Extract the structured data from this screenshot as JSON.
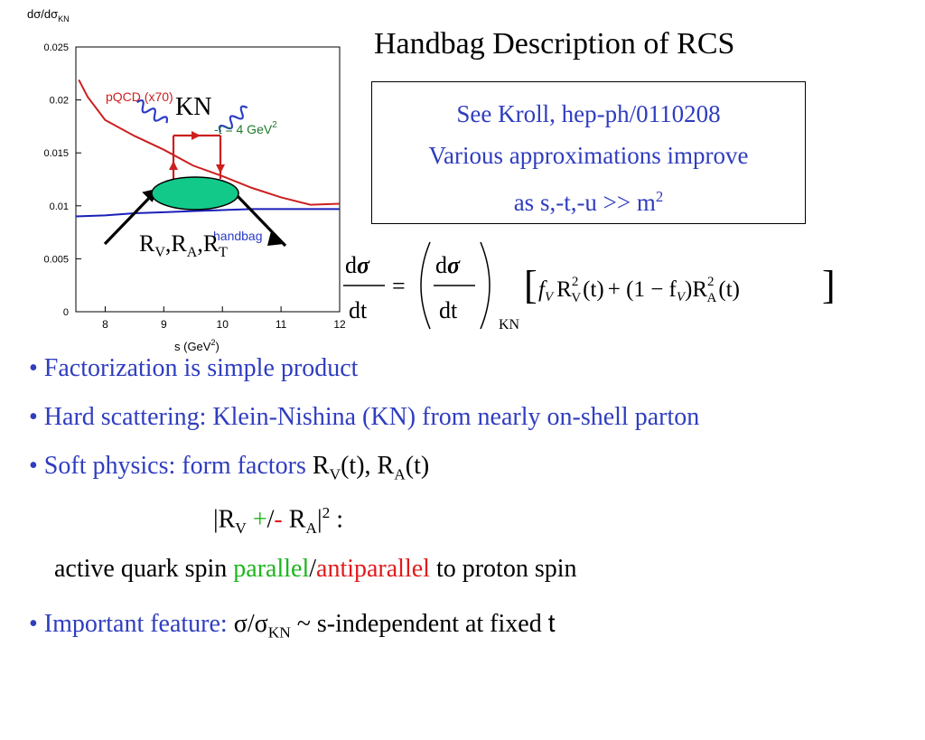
{
  "slide": {
    "title": "Handbag Description of RCS",
    "reference": {
      "line1": "See Kroll, hep-ph/0110208",
      "line2": "Various approximations improve",
      "line3": "as s,-t,-u >> m",
      "line3_sup": "2"
    }
  },
  "chart_data": {
    "type": "line",
    "ylabel": "dσ/dσ",
    "ylabel_sub": "KN",
    "xlabel": "s (GeV",
    "xlabel_sup": "2",
    "xlabel_end": ")",
    "xlim": [
      7.5,
      12
    ],
    "ylim": [
      0,
      0.025
    ],
    "x_ticks": [
      "8",
      "9",
      "10",
      "11",
      "12"
    ],
    "y_ticks": [
      "0",
      "0.005",
      "0.01",
      "0.015",
      "0.02",
      "0.025"
    ],
    "series": [
      {
        "name": "pQCD (x70)",
        "color": "#cc1f1f",
        "x": [
          7.55,
          7.7,
          8.0,
          8.5,
          9.0,
          9.5,
          10.0,
          10.5,
          11.0,
          11.5,
          12.0
        ],
        "y": [
          0.0219,
          0.0203,
          0.0181,
          0.0166,
          0.0153,
          0.0138,
          0.0128,
          0.0117,
          0.0108,
          0.0101,
          0.0102
        ]
      },
      {
        "name": "handbag",
        "color": "#1a1fb8",
        "x": [
          7.5,
          8.0,
          8.5,
          9.0,
          9.5,
          10.0,
          10.5,
          11.0,
          11.5,
          12.0
        ],
        "y": [
          0.009,
          0.0091,
          0.0093,
          0.0094,
          0.0095,
          0.0096,
          0.0097,
          0.0097,
          0.0097,
          0.0097
        ]
      }
    ],
    "annotations": {
      "pqcd_label": "pQCD (x70)",
      "t_label": "-t = 4 GeV",
      "t_label_sup": "2",
      "handbag_label": "handbag"
    }
  },
  "diagram": {
    "kn_label": "KN",
    "form_factors_label": "R",
    "ff_v": "V",
    "ff_sep1": ",R",
    "ff_a": "A",
    "ff_sep2": ",R",
    "ff_t": "T",
    "blob_color": "#12c98a"
  },
  "formula": {
    "d": "d",
    "sigma": "σ",
    "dt": "dt",
    "equals": "=",
    "kn_sub": "KN",
    "bracket_body_1": "f",
    "fv_sub": "V",
    "r": "R",
    "two": "2",
    "v": "V",
    "of_t": "(t)",
    "plus_part": "+ (1 − f",
    "close_paren": ")R",
    "a": "A"
  },
  "bullets": {
    "b1": "• Factorization is simple product",
    "b2": "• Hard scattering:   Klein-Nishina (KN) from nearly on-shell parton",
    "b3_blue": "• Soft physics:  form factors ",
    "b3_black_r": "R",
    "b3_v": "V",
    "b3_mid": "(t), R",
    "b3_a": "A",
    "b3_end": "(t)",
    "b4_bar": "|R",
    "b4_v": "V",
    "b4_plus": " +",
    "b4_slash": "/",
    "b4_minus": "-",
    "b4_r": " R",
    "b4_a": "A",
    "b4_bar2": "|",
    "b4_sup": "2",
    "b4_colon": " :",
    "b5_pre": "active quark spin ",
    "b5_parallel": "parallel",
    "b5_slash": "/",
    "b5_anti": "antiparallel",
    "b5_post": " to proton spin",
    "b6_blue": "• Important feature:  ",
    "b6_sigma": "σ/σ",
    "b6_kn": "KN",
    "b6_rest": "  ~ s-independent at fixed ",
    "b6_t": "t"
  }
}
